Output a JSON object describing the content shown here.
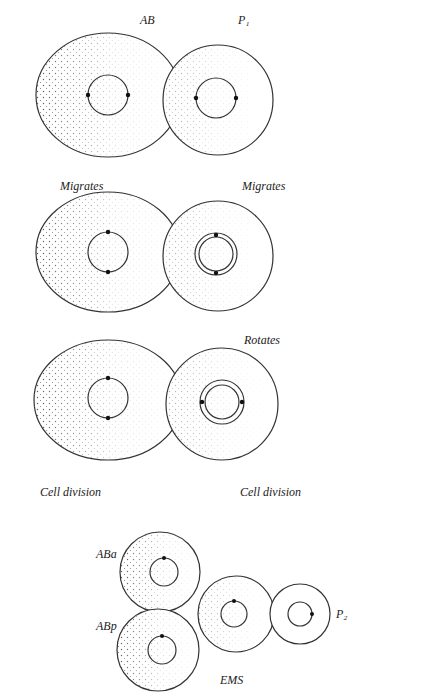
{
  "diagram": {
    "labels": [
      "AB",
      "P₁",
      "Migrates",
      "Migrates",
      "Rotates",
      "Cell division",
      "Cell division",
      "ABa",
      "ABp",
      "EMS",
      "P₂"
    ]
  }
}
